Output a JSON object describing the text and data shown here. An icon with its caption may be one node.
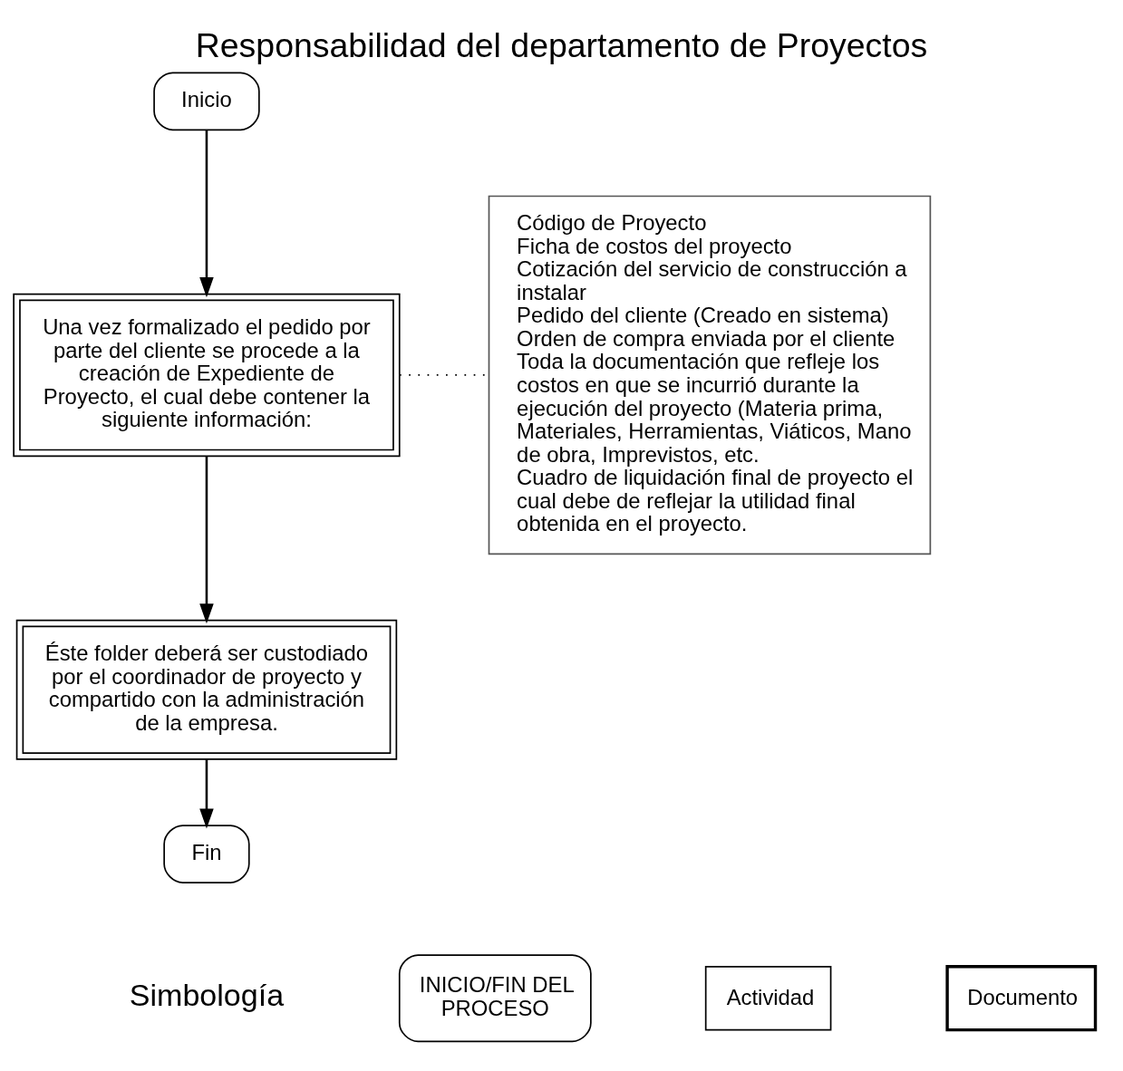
{
  "diagram": {
    "title": "Responsabilidad del departamento de Proyectos",
    "nodes": [
      {
        "text": [
          "Inicio"
        ]
      },
      {
        "text": [
          "Una vez formalizado el pedido por parte del cliente se procede a la creación de Expediente de Proyecto, el cual debe contener la siguiente información:"
        ]
      },
      {
        "text": [
          "Éste folder deberá ser custodiado por el coordinador de proyecto y compartido con la administración de la empresa."
        ]
      },
      {
        "text": [
          "Fin"
        ]
      },
      {
        "text": [
          "Código de Proyecto",
          "Ficha de costos del proyecto",
          "Cotización del servicio de construcción a instalar",
          "Pedido del cliente (Creado en sistema)",
          "Orden de compra enviada por el cliente",
          "Toda la documentación que refleje los costos en que se incurrió durante la ejecución del proyecto (Materia prima, Materiales, Herramientas, Viáticos, Mano de obra, Imprevistos, etc.",
          "Cuadro de liquidación final de proyecto el cual debe de reflejar la utilidad final obtenida en el proyecto."
        ]
      }
    ],
    "edges": [
      {
        "from": 0,
        "to": 1,
        "arrow": "to"
      },
      {
        "from": 1,
        "to": 2,
        "arrow": "to"
      },
      {
        "from": 2,
        "to": 3,
        "arrow": "to"
      },
      {
        "from": 1,
        "to": 4,
        "arrow": "none",
        "style": "dashed"
      }
    ],
    "labels": [
      "Simbología"
    ],
    "legend": [
      {
        "text": "INICIO/FIN DEL PROCESO"
      },
      {
        "text": "Actividad"
      },
      {
        "text": "Documento"
      }
    ]
  }
}
